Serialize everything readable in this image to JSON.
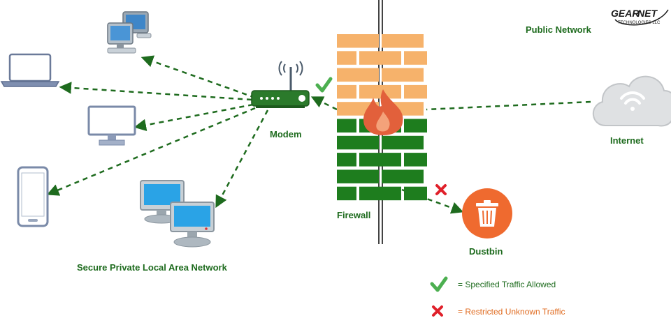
{
  "logo": {
    "word_left": "GEAR",
    "word_right": "NET",
    "subtitle": "TECHNOLOGIES LLC"
  },
  "labels": {
    "public_network": "Public Network",
    "modem": "Modem",
    "internet": "Internet",
    "firewall": "Firewall",
    "dustbin": "Dustbin",
    "lan": "Secure Private Local Area Network"
  },
  "legend": {
    "allowed": {
      "text": "= Specified Traffic Allowed",
      "color": "#1e6b1e",
      "icon": "check-icon"
    },
    "restricted": {
      "text": "= Restricted Unknown Traffic",
      "color": "#e06b20",
      "icon": "cross-icon"
    }
  },
  "colors": {
    "label_green": "#1e6b1e",
    "dashed_line": "#1e6b1e",
    "brick_orange": "#f6b26b",
    "brick_green": "#1e7d1e",
    "flame": "#e2603b",
    "dustbin": "#ef6a2f",
    "check": "#4caf50",
    "cross": "#e0202a"
  }
}
